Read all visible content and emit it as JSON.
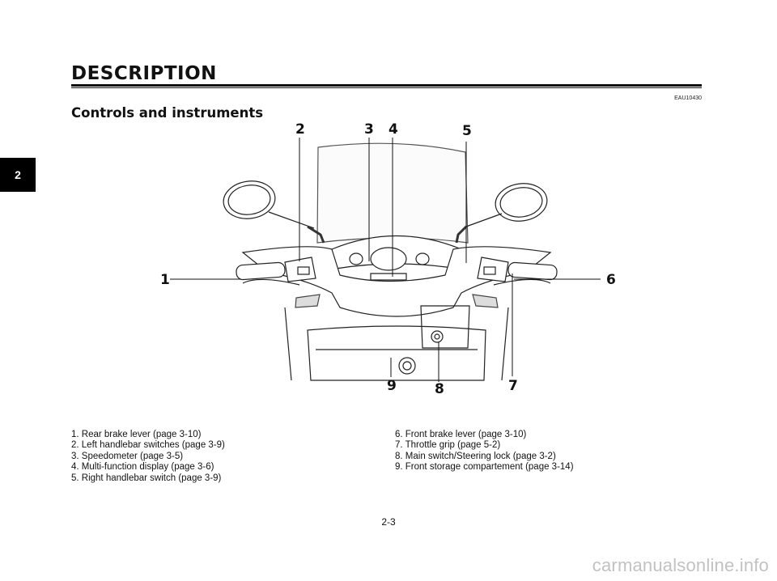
{
  "header": {
    "section_title": "DESCRIPTION",
    "doc_code": "EAU10430",
    "subsection_title": "Controls and instruments",
    "chapter_tab": "2"
  },
  "figure": {
    "callouts": [
      "1",
      "2",
      "3",
      "4",
      "5",
      "6",
      "7",
      "8",
      "9"
    ]
  },
  "legend": {
    "left": [
      "1. Rear brake lever (page 3-10)",
      "2. Left handlebar switches (page 3-9)",
      "3. Speedometer (page 3-5)",
      "4. Multi-function display (page 3-6)",
      "5. Right handlebar switch (page 3-9)"
    ],
    "right": [
      "6. Front brake lever (page 3-10)",
      "7. Throttle grip (page 5-2)",
      "8. Main switch/Steering lock (page 3-2)",
      "9. Front storage compartement (page 3-14)"
    ]
  },
  "footer": {
    "page_number": "2-3",
    "watermark": "carmanualsonline.info"
  }
}
